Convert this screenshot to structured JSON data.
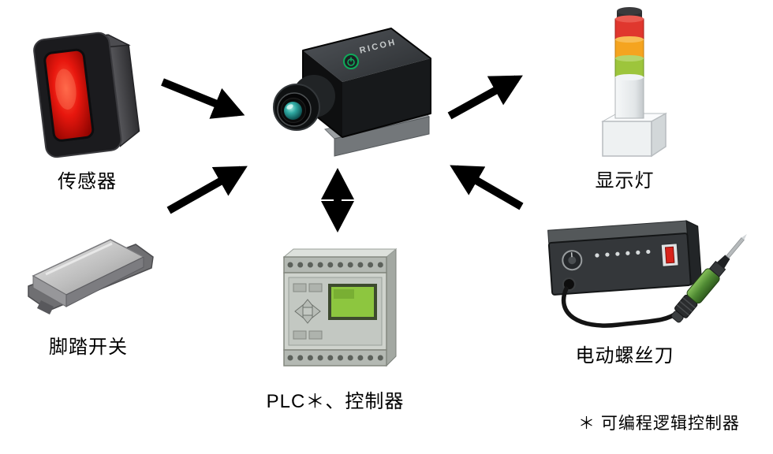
{
  "diagram": {
    "center_device": {
      "brand": "RICOH"
    },
    "nodes": {
      "sensor": {
        "label": "传感器"
      },
      "foot_switch": {
        "label": "脚踏开关"
      },
      "indicator_light": {
        "label": "显示灯"
      },
      "plc": {
        "label": "PLC＊、控制器"
      },
      "screwdriver": {
        "label": "电动螺丝刀"
      }
    },
    "footnote": "＊ 可编程逻辑控制器",
    "connections": [
      {
        "from": "sensor",
        "to": "camera",
        "type": "one-way"
      },
      {
        "from": "foot-switch",
        "to": "camera",
        "type": "one-way"
      },
      {
        "from": "camera",
        "to": "plc",
        "type": "two-way"
      },
      {
        "from": "camera",
        "to": "indicator-light",
        "type": "one-way"
      },
      {
        "from": "screwdriver",
        "to": "camera",
        "type": "one-way"
      }
    ],
    "colors": {
      "arrow": "#000000",
      "sensor_window": "#e8170e",
      "lamp_red": "#e0372e",
      "lamp_amber": "#f5a41f",
      "lamp_green": "#9dc53c",
      "plc_screen": "#8dc63f",
      "lens_glass": "#2fa9a2",
      "power_ring": "#0faa5a"
    }
  }
}
